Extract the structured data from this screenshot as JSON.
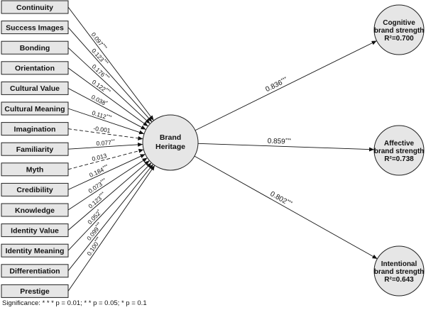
{
  "antecedents": [
    {
      "label": "Continuity",
      "coef": "0.097",
      "stars": "***",
      "dashed": false
    },
    {
      "label": "Success Images",
      "coef": "0.123",
      "stars": "***",
      "dashed": false
    },
    {
      "label": "Bonding",
      "coef": "0.176",
      "stars": "***",
      "dashed": false
    },
    {
      "label": "Orientation",
      "coef": "0.122",
      "stars": "***",
      "dashed": false
    },
    {
      "label": "Cultural Value",
      "coef": "0.038",
      "stars": "*",
      "dashed": false
    },
    {
      "label": "Cultural Meaning",
      "coef": "0.112",
      "stars": "***",
      "dashed": false
    },
    {
      "label": "Imagination",
      "coef": "-0.001",
      "stars": "",
      "dashed": true
    },
    {
      "label": "Familiarity",
      "coef": "0.077",
      "stars": "**",
      "dashed": false
    },
    {
      "label": "Myth",
      "coef": "0.013",
      "stars": "",
      "dashed": true
    },
    {
      "label": "Credibility",
      "coef": "0.184",
      "stars": "***",
      "dashed": false
    },
    {
      "label": "Knowledge",
      "coef": "0.073",
      "stars": "***",
      "dashed": false
    },
    {
      "label": "Identity Value",
      "coef": "0.123",
      "stars": "***",
      "dashed": false
    },
    {
      "label": "Identity Meaning",
      "coef": "0.052",
      "stars": "*",
      "dashed": false
    },
    {
      "label": "Differentiation",
      "coef": "0.099",
      "stars": "***",
      "dashed": false
    },
    {
      "label": "Prestige",
      "coef": "0.100",
      "stars": "***",
      "dashed": false
    }
  ],
  "center": {
    "line1": "Brand",
    "line2": "Heritage"
  },
  "outcomes": [
    {
      "line1": "Cognitive",
      "line2": "brand strength",
      "r2": "R²=0.700",
      "coef": "0.836",
      "stars": "***"
    },
    {
      "line1": "Affective",
      "line2": "brand strength",
      "r2": "R²=0.738",
      "coef": "0.859",
      "stars": "***"
    },
    {
      "line1": "Intentional",
      "line2": "brand strength",
      "r2": "R²=0.643",
      "coef": "0.802",
      "stars": "***"
    }
  ],
  "footnote": "Significance: * * * p = 0.01; * * p = 0.05; * p = 0.1"
}
